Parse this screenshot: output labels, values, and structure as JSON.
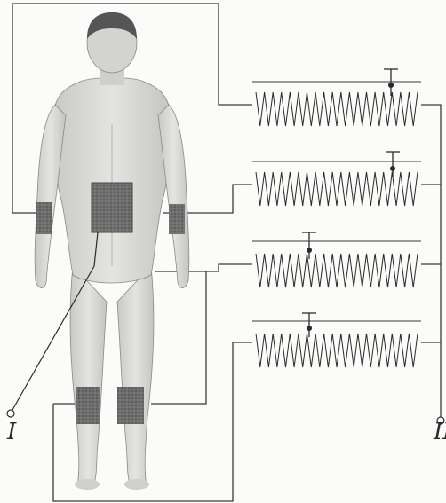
{
  "figure": {
    "terminal_labels": {
      "left": "I",
      "right": "II"
    }
  },
  "palette": {
    "ink": "#2b2b2b",
    "wire": "#3a3a3a",
    "skin": "#d9d9d6",
    "skin_shade": "#b9b9b5",
    "hair": "#555555",
    "electrode": "#6e6e6e",
    "background": "#fbfbfa"
  },
  "icons": [
    "human-figure-back-view",
    "resistance-coil",
    "sliding-contact",
    "electrode-pad",
    "terminal-ring"
  ]
}
